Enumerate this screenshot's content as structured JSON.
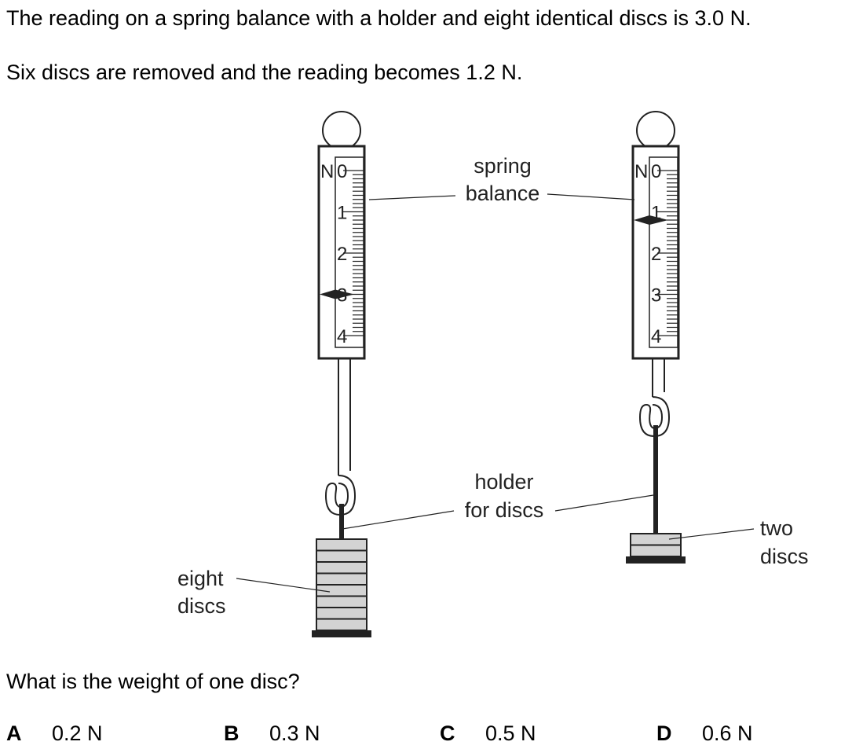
{
  "question": {
    "line1": "The reading on a spring balance with a holder and eight identical discs is 3.0 N.",
    "line2": "Six discs are removed and the reading becomes 1.2 N.",
    "prompt": "What is the weight of one disc?"
  },
  "options": [
    {
      "letter": "A",
      "value": "0.2 N"
    },
    {
      "letter": "B",
      "value": "0.3 N"
    },
    {
      "letter": "C",
      "value": "0.5 N"
    },
    {
      "letter": "D",
      "value": "0.6 N"
    }
  ],
  "diagram": {
    "labels": {
      "spring": "spring",
      "balance": "balance",
      "holder": "holder",
      "for_discs": "for discs",
      "eight": "eight",
      "discs_left": "discs",
      "two": "two",
      "discs_right": "discs"
    },
    "scale_unit": "N",
    "scale_numbers": [
      "0",
      "1",
      "2",
      "3",
      "4"
    ],
    "left_balance": {
      "reading_N": 3.0,
      "disc_count": 8
    },
    "right_balance": {
      "reading_N": 1.2,
      "disc_count": 2
    },
    "colors": {
      "stroke": "#222222",
      "disc_fill": "#d3d3d3"
    }
  }
}
